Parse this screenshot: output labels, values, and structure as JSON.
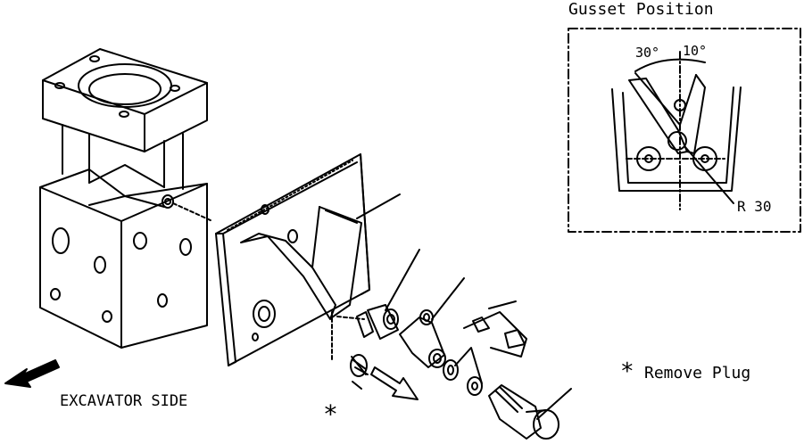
{
  "labels": {
    "gusset_title": "Gusset Position",
    "angle_left": "30°",
    "angle_right": "10°",
    "radius": "R 30",
    "excavator_side": "EXCAVATOR SIDE",
    "remove_plug": "Remove Plug",
    "asterisk_part": "*",
    "asterisk_legend": "*"
  },
  "colors": {
    "ink": "#000000",
    "paper": "#ffffff"
  }
}
